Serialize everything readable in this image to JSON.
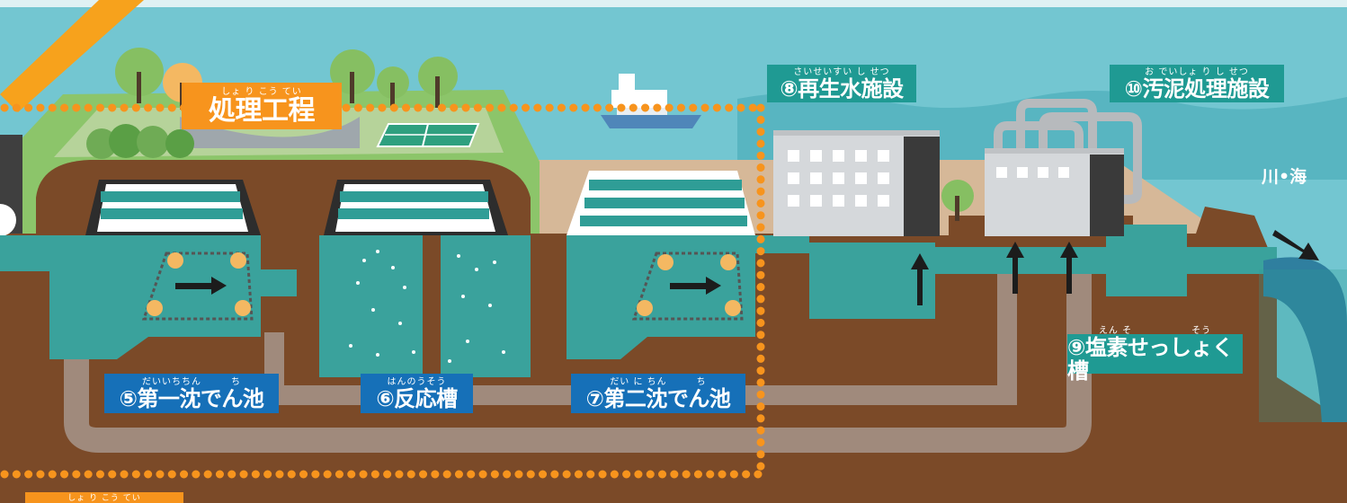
{
  "colors": {
    "sky": "#6fc4cf",
    "water": "#3aa29c",
    "earth": "#7b4a28",
    "pipe": "#a08a7c",
    "dots": "#f7941d",
    "label_teal": "#1f9a93",
    "label_blue": "#1670b8",
    "label_orange": "#f7941d"
  },
  "labels": {
    "process": {
      "ruby": "しょ り こう てい",
      "text": "処理工程"
    },
    "reclaimed": {
      "ruby": "さいせいすい し せつ",
      "text": "⑧再生水施設"
    },
    "sludge": {
      "ruby": "お でいしょ り し せつ",
      "text": "⑩汚泥処理施設"
    },
    "primary": {
      "ruby": "だいいちちん　　　ち",
      "text": "⑤第一沈でん池"
    },
    "reaction": {
      "ruby": "はんのうそう",
      "text": "⑥反応槽"
    },
    "secondary": {
      "ruby": "だい に ちん　　　ち",
      "text": "⑦第二沈でん池"
    },
    "chlorine": {
      "ruby": "えん そ　　　　　　そう",
      "text": "⑨塩素せっしょく槽"
    },
    "river": "川•海",
    "bottom_ruby": "しょ り こう てい"
  }
}
